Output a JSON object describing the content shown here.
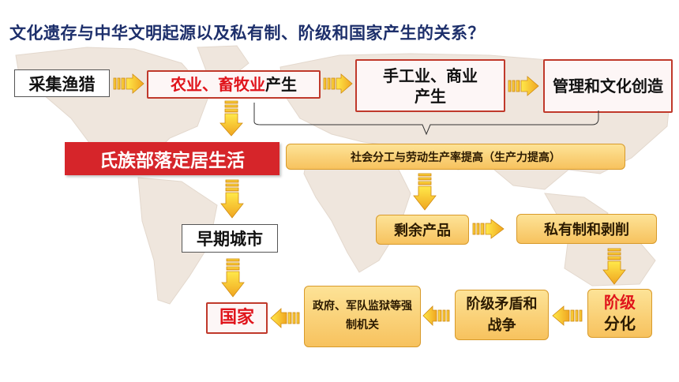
{
  "title": "文化遗存与中华文明起源以及私有制、阶级和国家产生的关系？",
  "nodes": {
    "foraging": "采集渔猎",
    "agri_red": "农业、畜牧业",
    "agri_suffix": "产生",
    "handicraft": "手工业、商业产生",
    "management": "管理和文化创造",
    "settlement": "氏族部落定居生活",
    "social_division": "社会分工与劳动生产率提高（生产力提高）",
    "surplus": "剩余产品",
    "private": "私有制和剥削",
    "class_red": "阶级",
    "class_suffix": "分化",
    "conflict": "阶级矛盾和战争",
    "government": "政府、军队监狱等强制机关",
    "city": "早期城市",
    "state": "国家"
  },
  "colors": {
    "title": "#1d2f6b",
    "accent_red": "#e0141b",
    "band_red": "#d6252a",
    "box_yellow": "#f7c25e",
    "arrow_yellow": "#f5d320",
    "arrow_orange": "#f0a520",
    "map_land": "#efe6dd"
  }
}
